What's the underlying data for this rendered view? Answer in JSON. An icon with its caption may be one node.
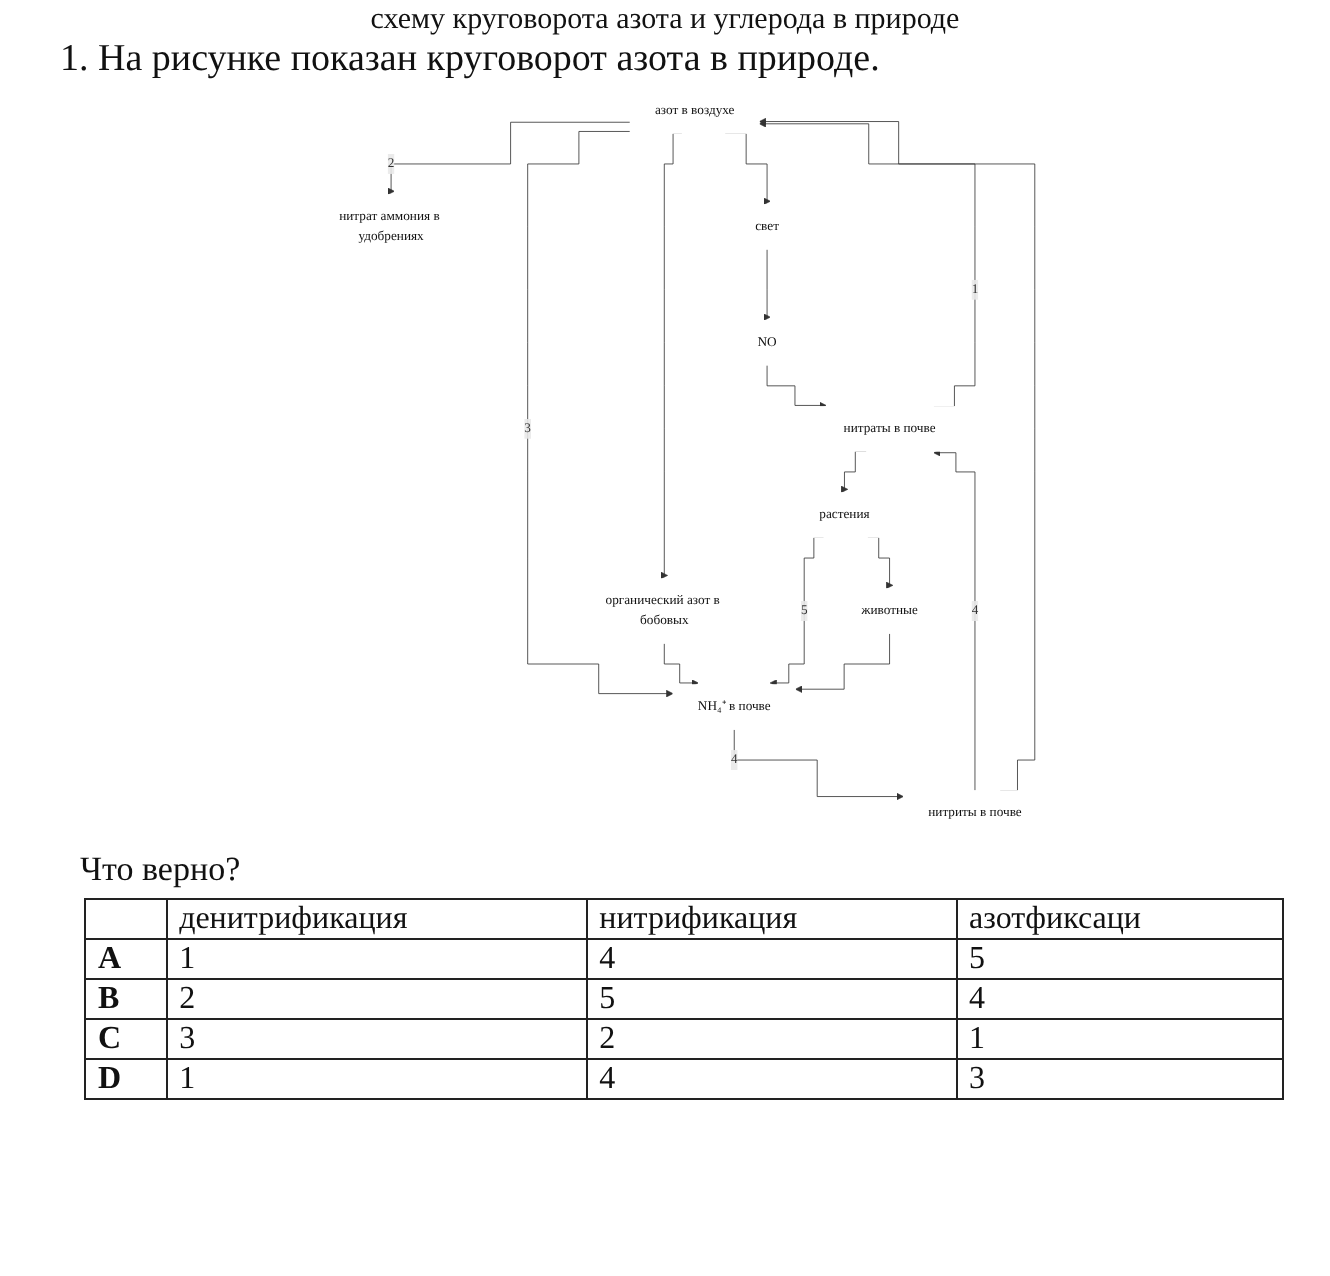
{
  "diagram": {
    "title": "1. На рисунке показан круговорот азота в природе.",
    "nodes": [
      {
        "text": [
          "азот в воздухе"
        ]
      },
      {
        "text": [
          "нитрат аммония в удобрениях"
        ]
      },
      {
        "text": [
          "свет"
        ]
      },
      {
        "text": [
          "NO"
        ]
      },
      {
        "text": [
          "органический азот в бобовых"
        ]
      },
      {
        "text": [
          "NH₄⁺ в почве"
        ]
      },
      {
        "text": [
          "растения"
        ]
      },
      {
        "text": [
          "животные"
        ]
      },
      {
        "text": [
          "нитраты в почве"
        ]
      },
      {
        "text": [
          "нитриты в почве"
        ]
      }
    ],
    "edges": [
      {
        "from": 0,
        "to": 1,
        "arrow": "to",
        "label": "2"
      },
      {
        "from": 0,
        "to": 2,
        "arrow": "to"
      },
      {
        "from": 2,
        "to": 3,
        "arrow": "to"
      },
      {
        "from": 0,
        "to": 4,
        "arrow": "to"
      },
      {
        "from": 0,
        "to": 5,
        "arrow": "to",
        "label": "3"
      },
      {
        "from": 4,
        "to": 5,
        "arrow": "to"
      },
      {
        "from": 3,
        "to": 8,
        "arrow": "to"
      },
      {
        "from": 8,
        "to": 6,
        "arrow": "to"
      },
      {
        "from": 6,
        "to": 7,
        "arrow": "to"
      },
      {
        "from": 6,
        "to": 5,
        "arrow": "to",
        "label": "5"
      },
      {
        "from": 7,
        "to": 5,
        "arrow": "to"
      },
      {
        "from": 5,
        "to": 9,
        "arrow": "to",
        "label": "4"
      },
      {
        "from": 9,
        "to": 8,
        "arrow": "to",
        "label": "4"
      },
      {
        "from": 8,
        "to": 0,
        "arrow": "to",
        "label": "1"
      },
      {
        "from": 9,
        "to": 0,
        "arrow": "to"
      }
    ],
    "labels": [
      "схему круговорота азота и углерода в природе",
      "Что верно?",
      "денитрификация",
      "нитрификация",
      "азотфиксаци",
      "A",
      "1",
      "4",
      "5",
      "B",
      "2",
      "5",
      "4",
      "C",
      "3",
      "2",
      "1",
      "D",
      "1",
      "4",
      "3"
    ]
  }
}
